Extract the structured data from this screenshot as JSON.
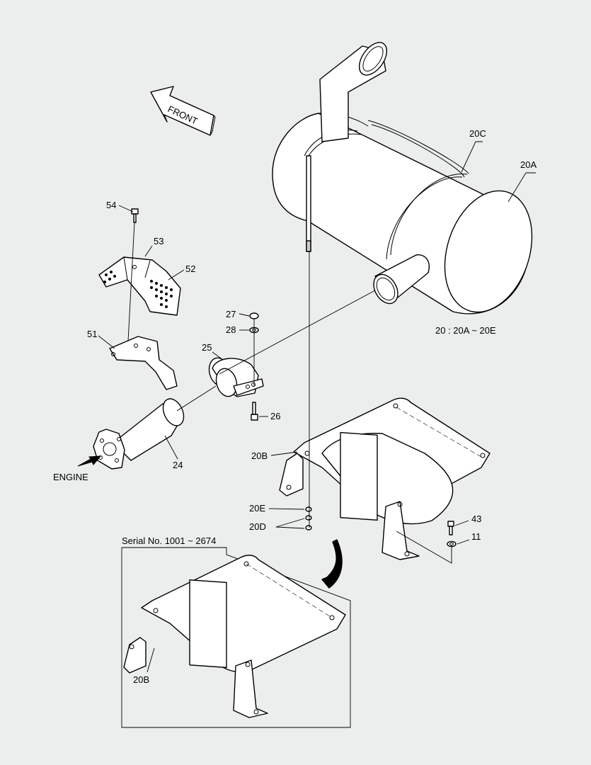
{
  "labels": {
    "front": "FRONT",
    "engine": "ENGINE",
    "kit_note": "20 : 20A ~ 20E",
    "serial_note": "Serial No. 1001 ~ 2674",
    "p20a": "20A",
    "p20b": "20B",
    "p20b_inset": "20B",
    "p20c": "20C",
    "p20d": "20D",
    "p20e": "20E",
    "p11": "11",
    "p24": "24",
    "p25": "25",
    "p26": "26",
    "p27": "27",
    "p28": "28",
    "p43": "43",
    "p51": "51",
    "p52": "52",
    "p53": "53",
    "p54": "54"
  }
}
